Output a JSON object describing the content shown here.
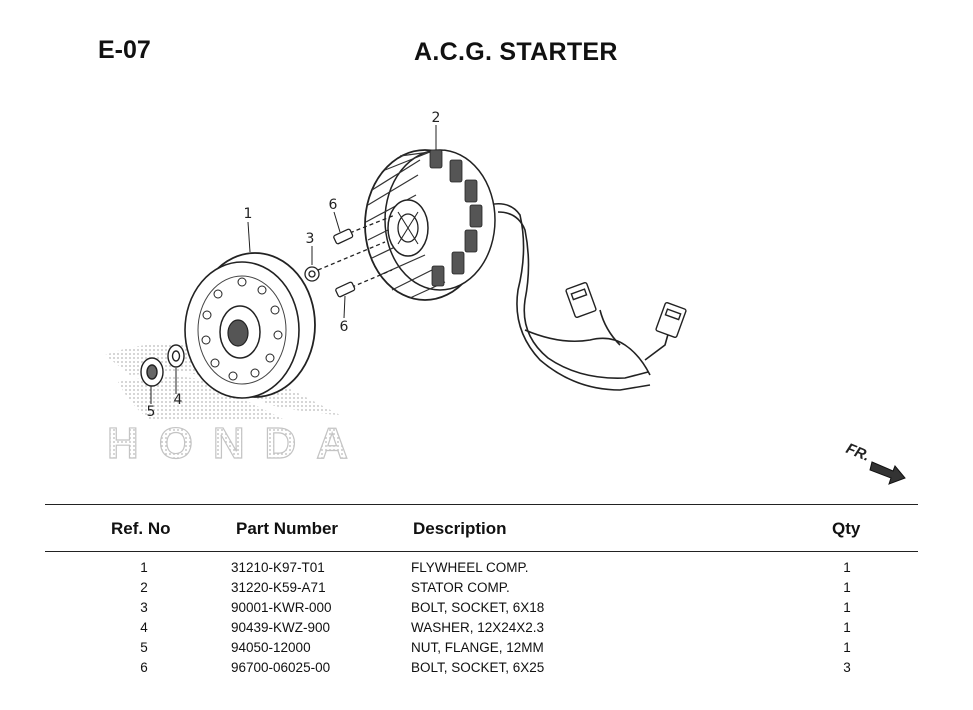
{
  "page": {
    "code": "E-07",
    "title": "A.C.G. STARTER"
  },
  "diagram": {
    "callouts": [
      "1",
      "2",
      "3",
      "4",
      "5",
      "6",
      "6"
    ],
    "watermark": "HONDA",
    "direction_label": "FR."
  },
  "table": {
    "headers": {
      "ref": "Ref. No",
      "part": "Part Number",
      "desc": "Description",
      "qty": "Qty"
    },
    "rows": [
      {
        "ref": "1",
        "part": "31210-K97-T01",
        "desc": "FLYWHEEL COMP.",
        "qty": "1"
      },
      {
        "ref": "2",
        "part": "31220-K59-A71",
        "desc": "STATOR COMP.",
        "qty": "1"
      },
      {
        "ref": "3",
        "part": "90001-KWR-000",
        "desc": "BOLT, SOCKET, 6X18",
        "qty": "1"
      },
      {
        "ref": "4",
        "part": "90439-KWZ-900",
        "desc": "WASHER, 12X24X2.3",
        "qty": "1"
      },
      {
        "ref": "5",
        "part": "94050-12000",
        "desc": "NUT, FLANGE, 12MM",
        "qty": "1"
      },
      {
        "ref": "6",
        "part": "96700-06025-00",
        "desc": "BOLT, SOCKET, 6X25",
        "qty": "3"
      }
    ]
  }
}
